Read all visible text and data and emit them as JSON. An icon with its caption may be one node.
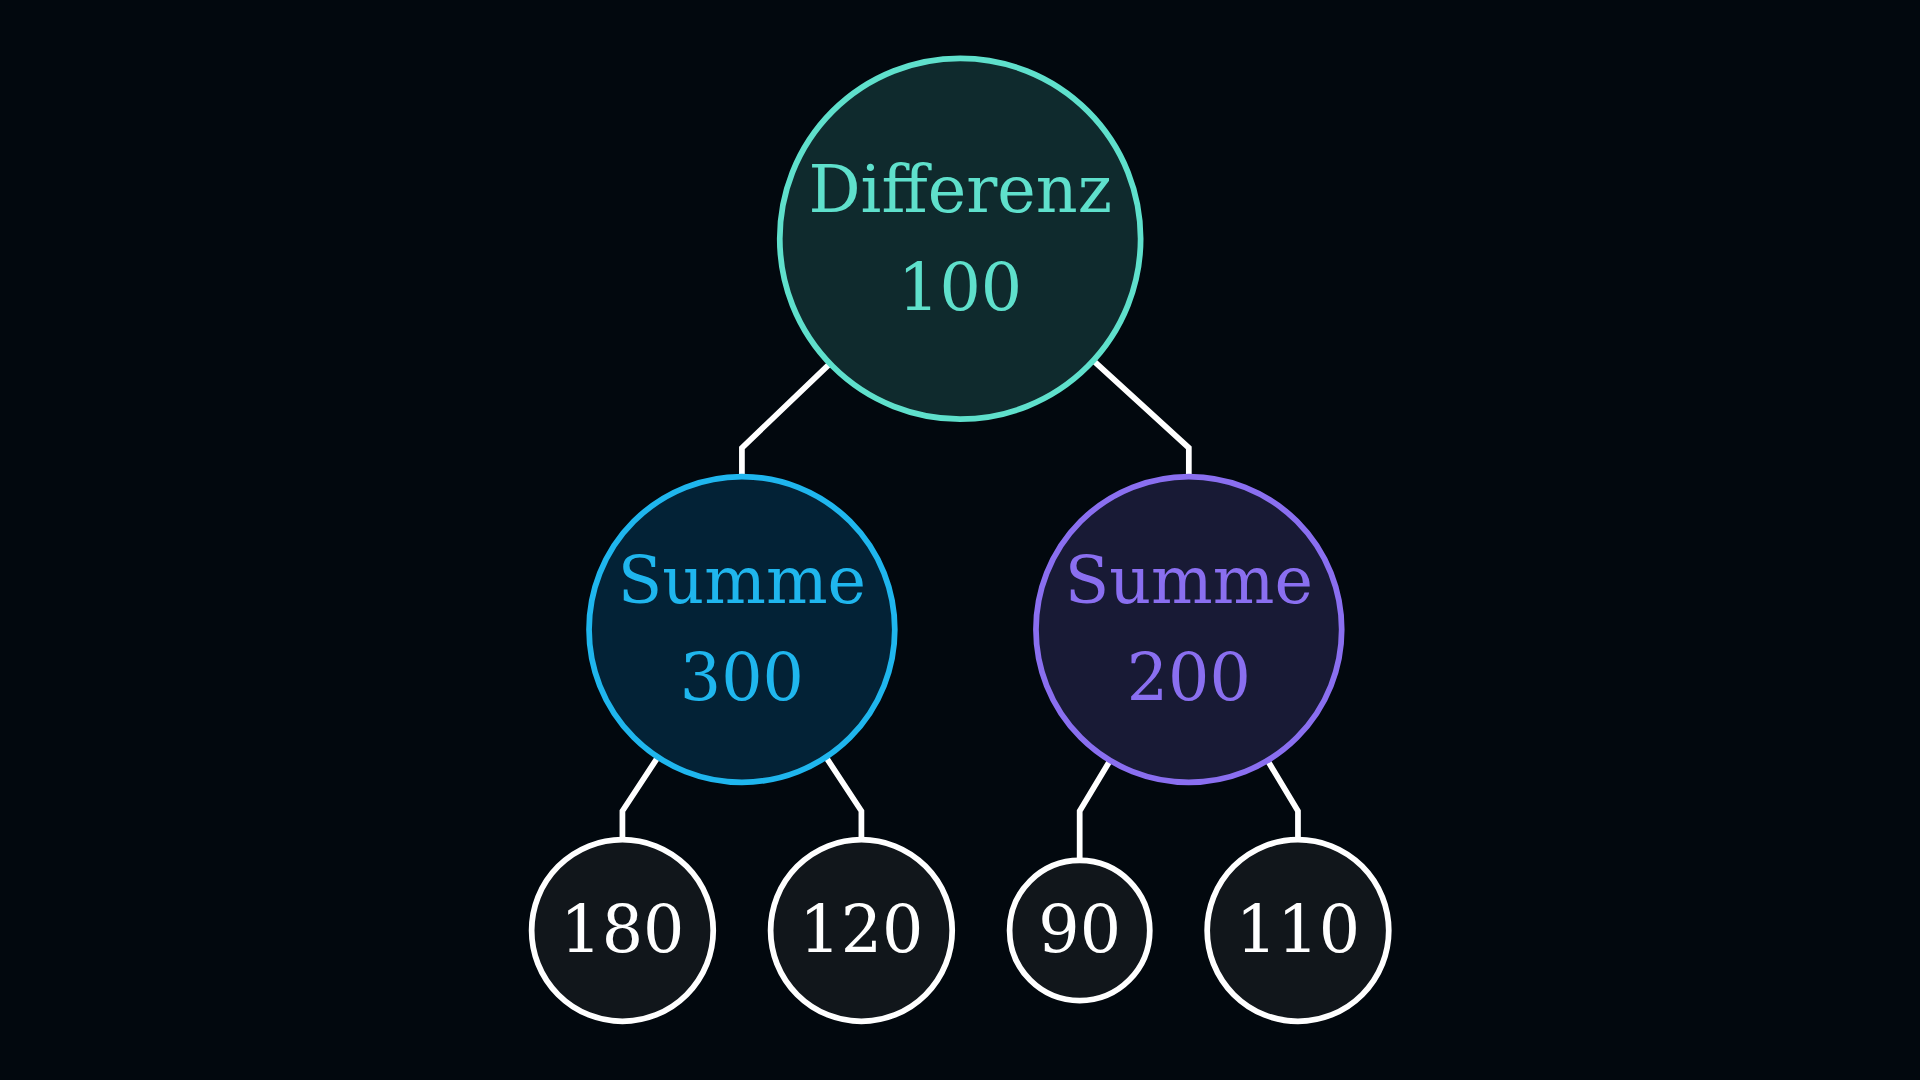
{
  "diagram": {
    "nodes": [
      {
        "text": [
          "Differenz",
          "100"
        ]
      },
      {
        "text": [
          "Summe",
          "300"
        ]
      },
      {
        "text": [
          "Summe",
          "200"
        ]
      },
      {
        "text": [
          "180"
        ]
      },
      {
        "text": [
          "120"
        ]
      },
      {
        "text": [
          "90"
        ]
      },
      {
        "text": [
          "110"
        ]
      }
    ],
    "edges": [
      {
        "from": 0,
        "to": 1,
        "arrow": "none"
      },
      {
        "from": 0,
        "to": 2,
        "arrow": "none"
      },
      {
        "from": 1,
        "to": 3,
        "arrow": "none"
      },
      {
        "from": 1,
        "to": 4,
        "arrow": "none"
      },
      {
        "from": 2,
        "to": 5,
        "arrow": "none"
      },
      {
        "from": 2,
        "to": 6,
        "arrow": "none"
      }
    ]
  }
}
